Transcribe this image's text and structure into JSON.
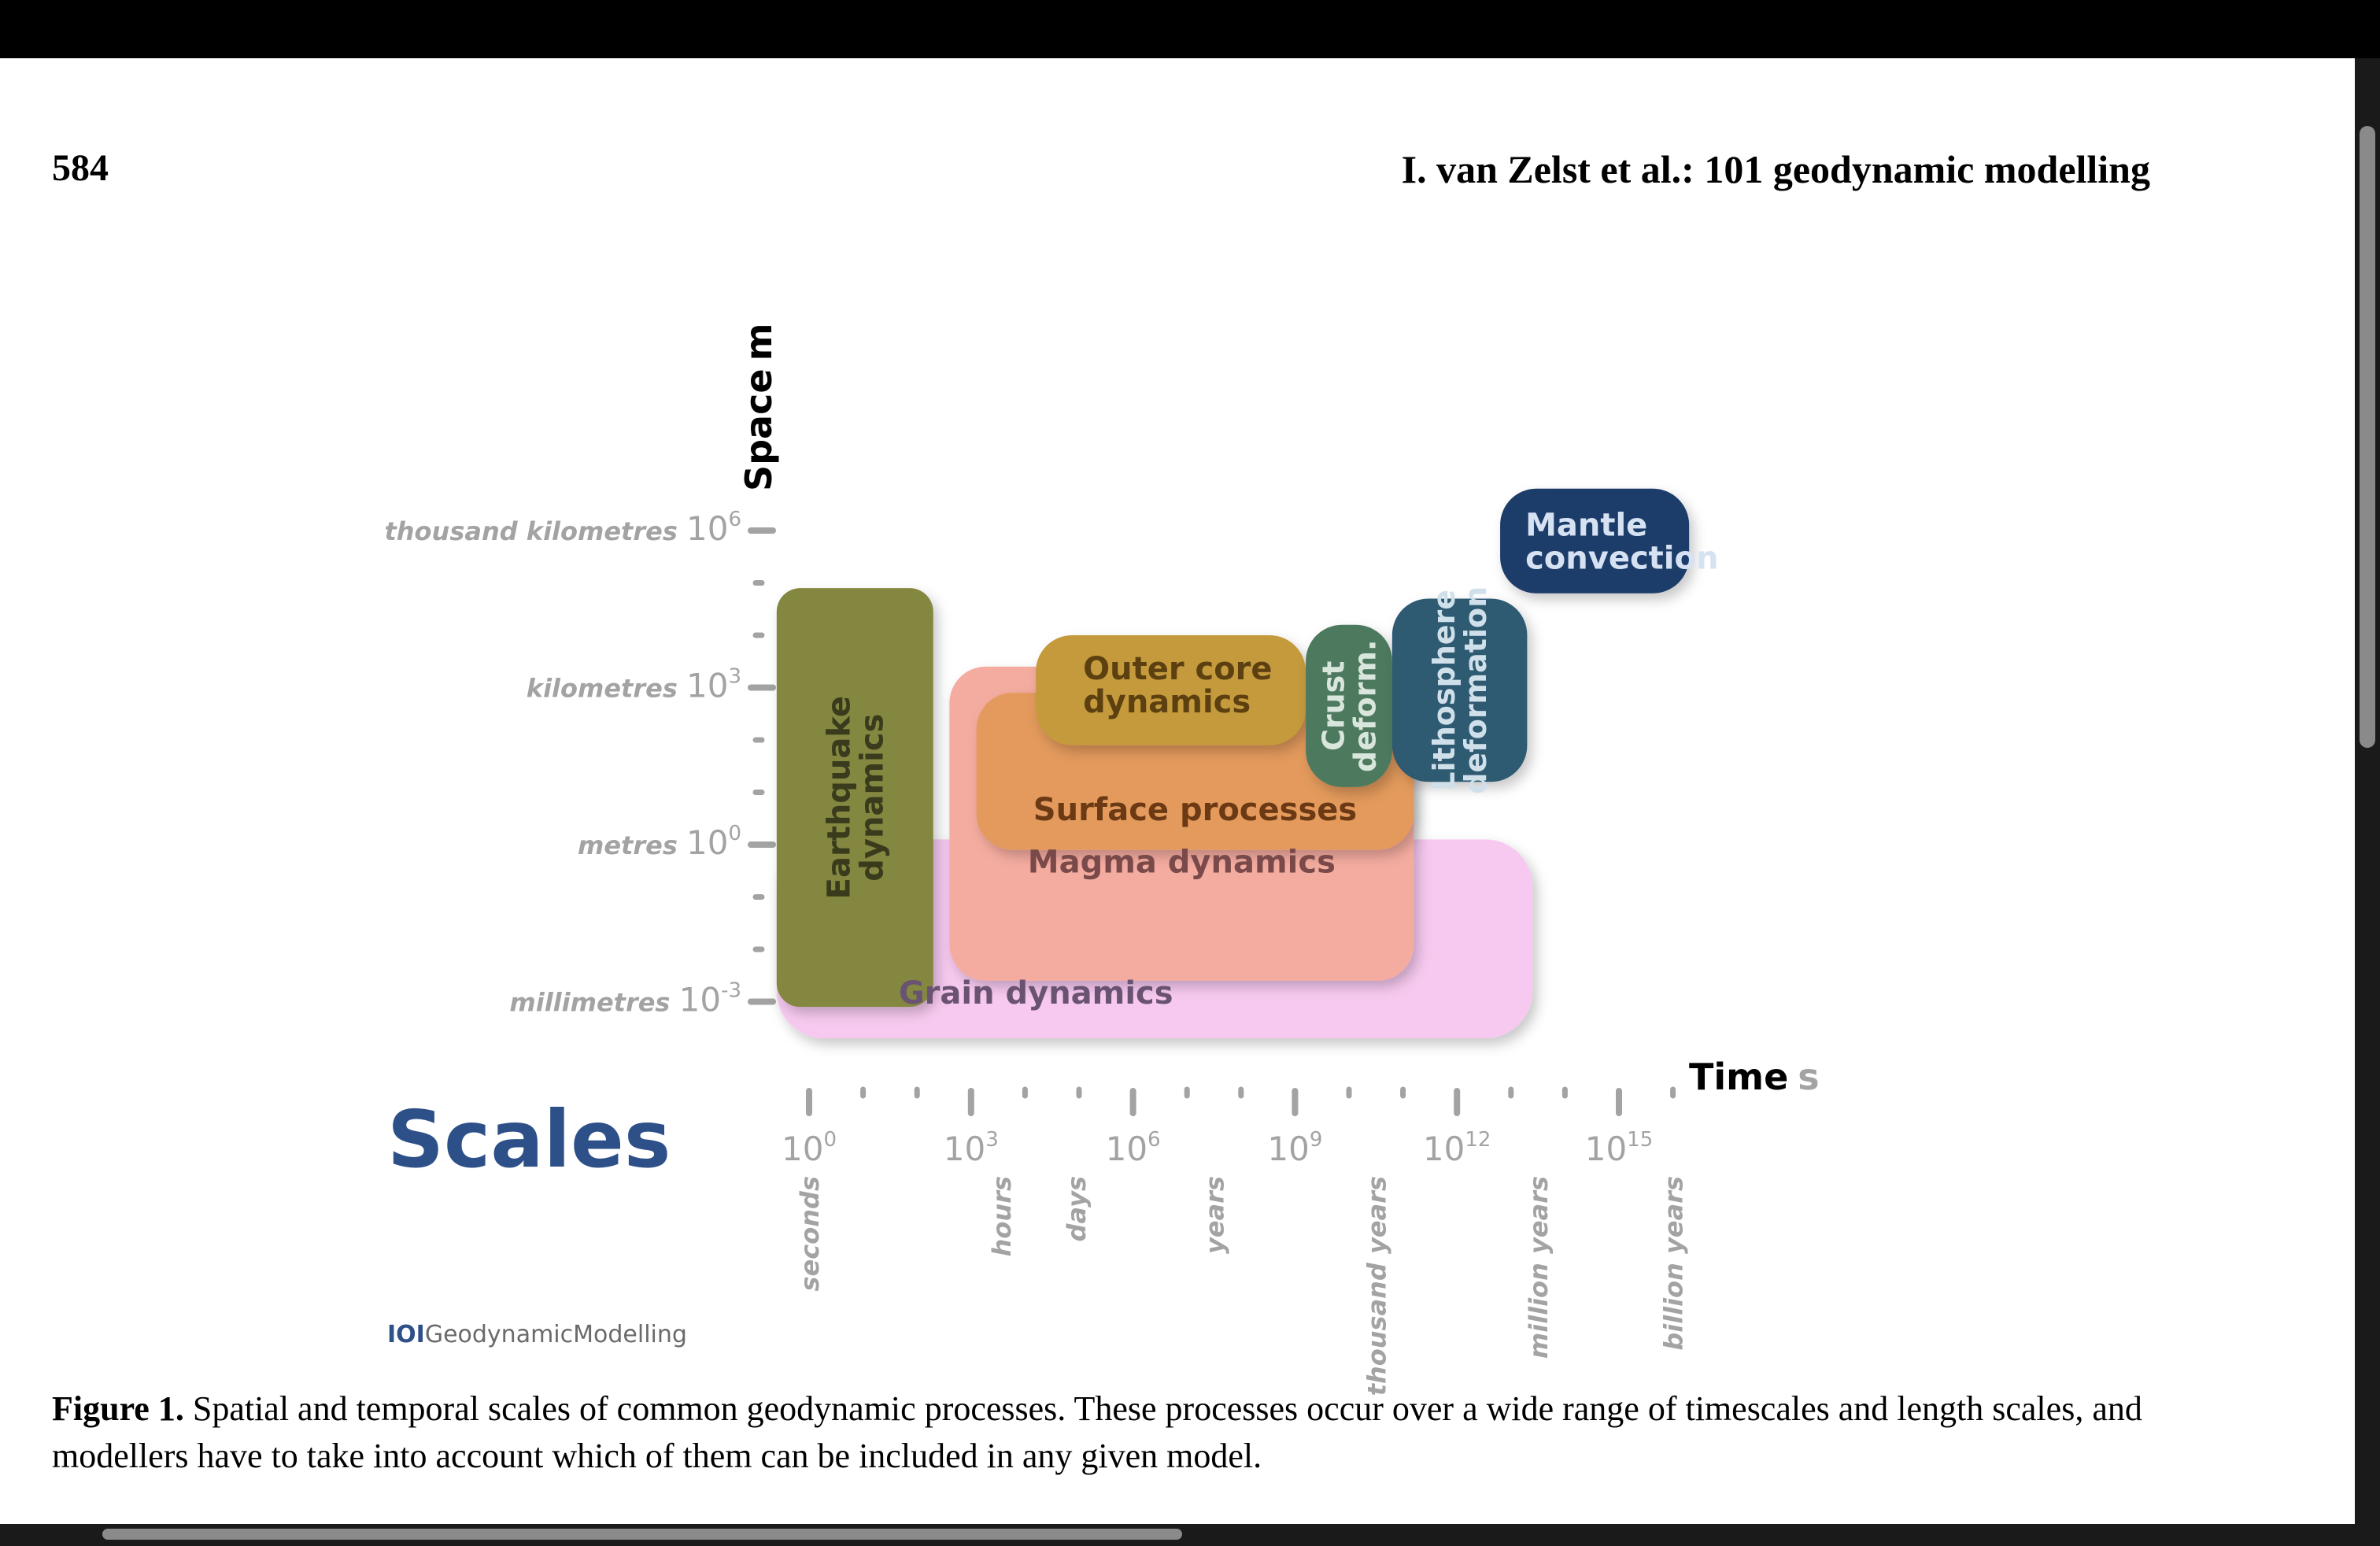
{
  "paper": {
    "page_number": "584",
    "running_header": "I. van Zelst et al.: 101 geodynamic modelling",
    "figure_label": "Figure 1.",
    "caption": "Spatial and temporal scales of common geodynamic processes. These processes occur over a wide range of timescales and length scales, and modellers have to take into account which of them can be included in any given model."
  },
  "figure": {
    "title": "Scales",
    "brand_prefix": "IOI",
    "brand_name": "GeodynamicModelling",
    "colors": {
      "title": "#2e5089",
      "axis_gray": "#a3a3a3",
      "earthquake": "#838740",
      "grain": "#f7c9f0",
      "magma": "#f5aca0",
      "surface": "#e39a5c",
      "outer_core": "#c49a3c",
      "crust": "#4d7a5e",
      "lithosphere": "#2d5a72",
      "mantle": "#1e3c6a"
    }
  },
  "chart_data": {
    "type": "range-bubble",
    "title": "Scales",
    "x_axis": {
      "label": "Time",
      "unit": "s",
      "scale": "log10",
      "range": [
        0,
        16
      ],
      "ticks": [
        {
          "exp": 0,
          "label": "10",
          "sup": "0"
        },
        {
          "exp": 3,
          "label": "10",
          "sup": "3"
        },
        {
          "exp": 6,
          "label": "10",
          "sup": "6"
        },
        {
          "exp": 9,
          "label": "10",
          "sup": "9"
        },
        {
          "exp": 12,
          "label": "10",
          "sup": "12"
        },
        {
          "exp": 15,
          "label": "10",
          "sup": "15"
        }
      ],
      "named_ticks": [
        {
          "exp": 0,
          "label": "seconds"
        },
        {
          "exp": 3.56,
          "label": "hours"
        },
        {
          "exp": 4.94,
          "label": "days"
        },
        {
          "exp": 7.5,
          "label": "years"
        },
        {
          "exp": 10.5,
          "label": "thousand years"
        },
        {
          "exp": 13.5,
          "label": "million years"
        },
        {
          "exp": 16,
          "label": "billion years"
        }
      ]
    },
    "y_axis": {
      "label": "Space",
      "unit": "m",
      "scale": "log10",
      "range": [
        -3,
        6
      ],
      "ticks": [
        {
          "exp": 6,
          "name": "thousand kilometres",
          "label": "10",
          "sup": "6"
        },
        {
          "exp": 3,
          "name": "kilometres",
          "label": "10",
          "sup": "3"
        },
        {
          "exp": 0,
          "name": "metres",
          "label": "10",
          "sup": "0"
        },
        {
          "exp": -3,
          "name": "millimetres",
          "label": "10",
          "sup": "-3"
        }
      ]
    },
    "series": [
      {
        "name": "Grain dynamics",
        "time_exp": [
          -0.6,
          13.4
        ],
        "space_exp": [
          -3.7,
          0.1
        ],
        "color": "#f7c9f0"
      },
      {
        "name": "Earthquake dynamics",
        "time_exp": [
          -0.6,
          2.3
        ],
        "space_exp": [
          -3.1,
          4.9
        ],
        "color": "#838740"
      },
      {
        "name": "Magma dynamics",
        "time_exp": [
          2.6,
          11.2
        ],
        "space_exp": [
          -2.6,
          3.4
        ],
        "color": "#f5aca0"
      },
      {
        "name": "Surface processes",
        "time_exp": [
          3.1,
          11.2
        ],
        "space_exp": [
          -0.1,
          2.9
        ],
        "color": "#e39a5c"
      },
      {
        "name": "Outer core dynamics",
        "time_exp": [
          4.2,
          9.2
        ],
        "space_exp": [
          1.9,
          4.0
        ],
        "color": "#c49a3c"
      },
      {
        "name": "Crust deform.",
        "time_exp": [
          9.2,
          10.8
        ],
        "space_exp": [
          1.1,
          4.2
        ],
        "color": "#4d7a5e"
      },
      {
        "name": "Lithosphere deformation",
        "time_exp": [
          10.8,
          13.3
        ],
        "space_exp": [
          1.2,
          4.7
        ],
        "color": "#2d5a72"
      },
      {
        "name": "Mantle convection",
        "time_exp": [
          12.8,
          16.3
        ],
        "space_exp": [
          4.8,
          6.8
        ],
        "color": "#1e3c6a"
      }
    ]
  }
}
